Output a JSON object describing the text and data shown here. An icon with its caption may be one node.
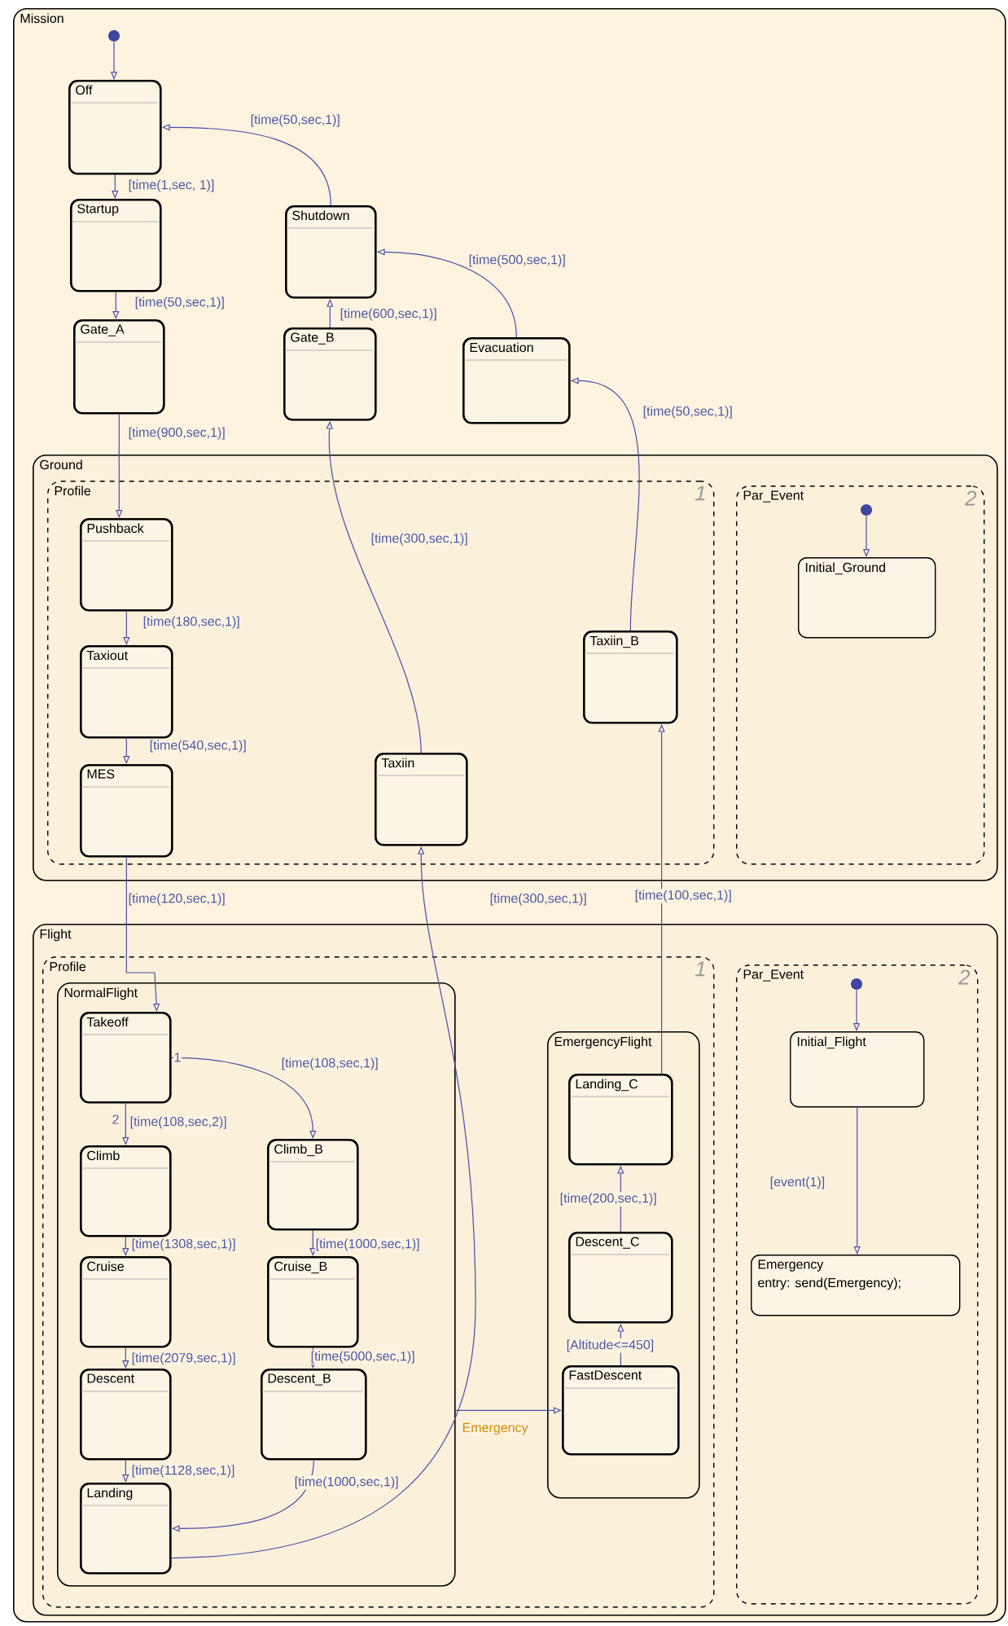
{
  "diagram": {
    "nodes": [
      {
        "text": [
          "Mission"
        ]
      },
      {
        "text": [],
        "shape": "circle",
        "in": 0
      },
      {
        "text": [
          "Off"
        ],
        "in": 0
      },
      {
        "text": [
          "Startup"
        ],
        "in": 0
      },
      {
        "text": [
          "Gate_A"
        ],
        "in": 0
      },
      {
        "text": [
          "Shutdown"
        ],
        "in": 0
      },
      {
        "text": [
          "Gate_B"
        ],
        "in": 0
      },
      {
        "text": [
          "Evacuation"
        ],
        "in": 0
      },
      {
        "text": [
          "Ground"
        ],
        "in": 0
      },
      {
        "text": [
          "Profile"
        ],
        "in": 8,
        "beside": [
          "1"
        ]
      },
      {
        "text": [
          "Pushback"
        ],
        "in": 9
      },
      {
        "text": [
          "Taxiout"
        ],
        "in": 9
      },
      {
        "text": [
          "MES"
        ],
        "in": 9
      },
      {
        "text": [
          "Taxiin"
        ],
        "in": 9
      },
      {
        "text": [
          "Taxiin_B"
        ],
        "in": 9
      },
      {
        "text": [
          "Par_Event"
        ],
        "in": 8,
        "beside": [
          "2"
        ]
      },
      {
        "text": [],
        "shape": "circle",
        "in": 15
      },
      {
        "text": [
          "Initial_Ground"
        ],
        "in": 15
      },
      {
        "text": [
          "Flight"
        ],
        "in": 0
      },
      {
        "text": [
          "Profile"
        ],
        "in": 18,
        "beside": [
          "1"
        ]
      },
      {
        "text": [
          "NormalFlight"
        ],
        "in": 19
      },
      {
        "text": [
          "Takeoff"
        ],
        "in": 20
      },
      {
        "text": [
          "Climb"
        ],
        "in": 20
      },
      {
        "text": [
          "Cruise"
        ],
        "in": 20
      },
      {
        "text": [
          "Descent"
        ],
        "in": 20
      },
      {
        "text": [
          "Landing"
        ],
        "in": 20
      },
      {
        "text": [
          "Climb_B"
        ],
        "in": 20
      },
      {
        "text": [
          "Cruise_B"
        ],
        "in": 20
      },
      {
        "text": [
          "Descent_B"
        ],
        "in": 20
      },
      {
        "text": [
          "EmergencyFlight"
        ],
        "in": 19
      },
      {
        "text": [
          "Landing_C"
        ],
        "in": 29
      },
      {
        "text": [
          "Descent_C"
        ],
        "in": 29
      },
      {
        "text": [
          "FastDescent"
        ],
        "in": 29
      },
      {
        "text": [
          "Par_Event"
        ],
        "in": 18,
        "beside": [
          "2"
        ]
      },
      {
        "text": [],
        "shape": "circle",
        "in": 33
      },
      {
        "text": [
          "Initial_Flight"
        ],
        "in": 33
      },
      {
        "text": [
          "Emergency",
          "entry: send(Emergency);"
        ],
        "in": 33
      }
    ],
    "edges": [
      {
        "from": 1,
        "to": 2,
        "arrow": "to"
      },
      {
        "from": 2,
        "to": 3,
        "arrow": "to",
        "label": "[time(1,sec, 1)]"
      },
      {
        "from": 3,
        "to": 4,
        "arrow": "to",
        "label": "[time(50,sec,1)]"
      },
      {
        "from": 4,
        "to": 10,
        "arrow": "to",
        "label": "[time(900,sec,1)]"
      },
      {
        "from": 10,
        "to": 11,
        "arrow": "to",
        "label": "[time(180,sec,1)]"
      },
      {
        "from": 11,
        "to": 12,
        "arrow": "to",
        "label": "[time(540,sec,1)]"
      },
      {
        "from": 12,
        "to": 21,
        "arrow": "to",
        "label": "[time(120,sec,1)]"
      },
      {
        "from": 13,
        "to": 6,
        "arrow": "to",
        "label": "[time(300,sec,1)]"
      },
      {
        "from": 6,
        "to": 5,
        "arrow": "to",
        "label": "[time(600,sec,1)]"
      },
      {
        "from": 5,
        "to": 2,
        "arrow": "to",
        "label": "[time(50,sec,1)]"
      },
      {
        "from": 7,
        "to": 5,
        "arrow": "to",
        "label": "[time(500,sec,1)]"
      },
      {
        "from": 14,
        "to": 7,
        "arrow": "to",
        "label": "[time(50,sec,1)]"
      },
      {
        "from": 25,
        "to": 13,
        "arrow": "to",
        "label": "[time(300,sec,1)]"
      },
      {
        "from": 30,
        "to": 14,
        "arrow": "to",
        "label": "[time(100,sec,1)]"
      },
      {
        "from": 21,
        "to": 26,
        "arrow": "to",
        "label": "[time(108,sec,1)]"
      },
      {
        "from": 21,
        "to": 22,
        "arrow": "to",
        "label": "[time(108,sec,2)]"
      },
      {
        "from": 22,
        "to": 23,
        "arrow": "to",
        "label": "[time(1308,sec,1)]"
      },
      {
        "from": 23,
        "to": 24,
        "arrow": "to",
        "label": "[time(2079,sec,1)]"
      },
      {
        "from": 24,
        "to": 25,
        "arrow": "to",
        "label": "[time(1128,sec,1)]"
      },
      {
        "from": 26,
        "to": 27,
        "arrow": "to",
        "label": "[time(1000,sec,1)]"
      },
      {
        "from": 27,
        "to": 28,
        "arrow": "to",
        "label": "[time(5000,sec,1)]"
      },
      {
        "from": 28,
        "to": 25,
        "arrow": "to",
        "label": "[time(1000,sec,1)]"
      },
      {
        "from": 20,
        "to": 32,
        "arrow": "to",
        "label": "Emergency"
      },
      {
        "from": 31,
        "to": 30,
        "arrow": "to",
        "label": "[time(200,sec,1)]"
      },
      {
        "from": 32,
        "to": 31,
        "arrow": "to",
        "label": "[Altitude<=450]"
      },
      {
        "from": 16,
        "to": 17,
        "arrow": "to"
      },
      {
        "from": 34,
        "to": 35,
        "arrow": "to"
      },
      {
        "from": 35,
        "to": 36,
        "arrow": "to",
        "label": "[event(1)]"
      }
    ],
    "labels": [
      "1",
      "2"
    ]
  }
}
